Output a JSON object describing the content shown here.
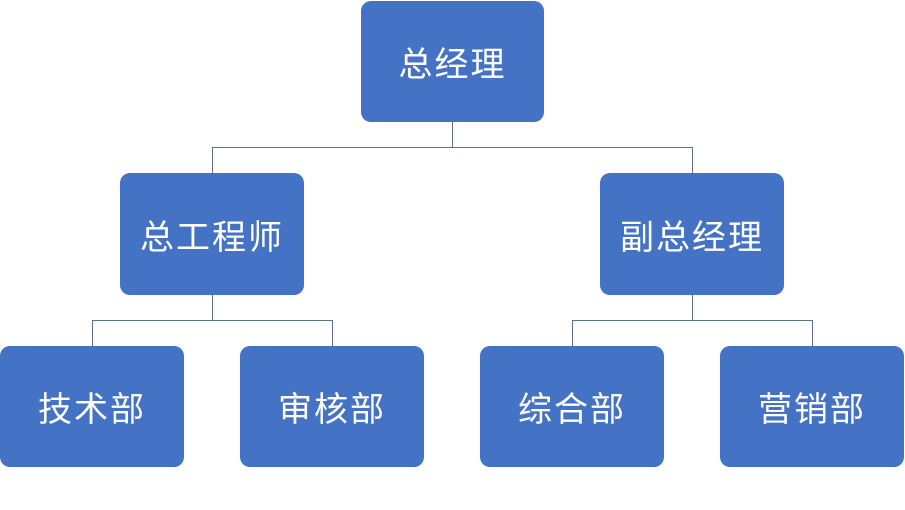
{
  "colors": {
    "node_fill": "#4472c4",
    "node_text": "#ffffff",
    "connector": "#5b6f8f",
    "background": "#ffffff"
  },
  "org_chart": {
    "root": {
      "label": "总经理",
      "children": [
        {
          "label": "总工程师",
          "children": [
            {
              "label": "技术部"
            },
            {
              "label": "审核部"
            }
          ]
        },
        {
          "label": "副总经理",
          "children": [
            {
              "label": "综合部"
            },
            {
              "label": "营销部"
            }
          ]
        }
      ]
    }
  }
}
